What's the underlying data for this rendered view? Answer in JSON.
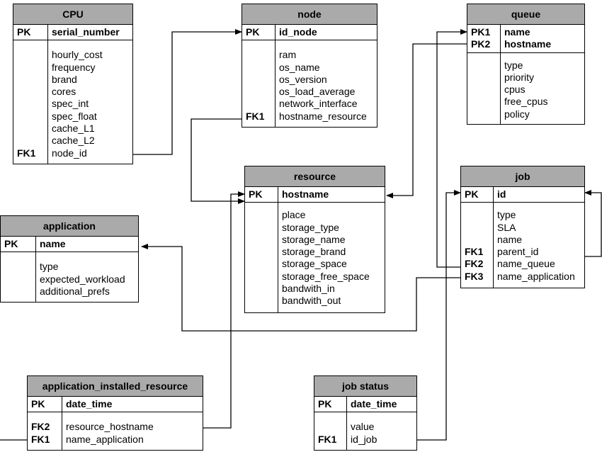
{
  "entities": {
    "cpu": {
      "title": "CPU",
      "pk": [
        {
          "key": "PK",
          "name": "serial_number"
        }
      ],
      "attrs": [
        {
          "key": "",
          "name": "hourly_cost"
        },
        {
          "key": "",
          "name": "frequency"
        },
        {
          "key": "",
          "name": "brand"
        },
        {
          "key": "",
          "name": "cores"
        },
        {
          "key": "",
          "name": "spec_int"
        },
        {
          "key": "",
          "name": "spec_float"
        },
        {
          "key": "",
          "name": "cache_L1"
        },
        {
          "key": "",
          "name": "cache_L2"
        },
        {
          "key": "FK1",
          "name": "node_id"
        }
      ]
    },
    "node": {
      "title": "node",
      "pk": [
        {
          "key": "PK",
          "name": "id_node"
        }
      ],
      "attrs": [
        {
          "key": "",
          "name": "ram"
        },
        {
          "key": "",
          "name": "os_name"
        },
        {
          "key": "",
          "name": "os_version"
        },
        {
          "key": "",
          "name": "os_load_average"
        },
        {
          "key": "",
          "name": "network_interface"
        },
        {
          "key": "FK1",
          "name": "hostname_resource"
        }
      ]
    },
    "queue": {
      "title": "queue",
      "pk": [
        {
          "key": "PK1",
          "name": "name"
        },
        {
          "key": "PK2",
          "name": "hostname"
        }
      ],
      "attrs": [
        {
          "key": "",
          "name": "type"
        },
        {
          "key": "",
          "name": "priority"
        },
        {
          "key": "",
          "name": "cpus"
        },
        {
          "key": "",
          "name": "free_cpus"
        },
        {
          "key": "",
          "name": "policy"
        }
      ]
    },
    "resource": {
      "title": "resource",
      "pk": [
        {
          "key": "PK",
          "name": "hostname"
        }
      ],
      "attrs": [
        {
          "key": "",
          "name": "place"
        },
        {
          "key": "",
          "name": "storage_type"
        },
        {
          "key": "",
          "name": "storage_name"
        },
        {
          "key": "",
          "name": "storage_brand"
        },
        {
          "key": "",
          "name": "storage_space"
        },
        {
          "key": "",
          "name": "storage_free_space"
        },
        {
          "key": "",
          "name": "bandwith_in"
        },
        {
          "key": "",
          "name": "bandwith_out"
        }
      ]
    },
    "job": {
      "title": "job",
      "pk": [
        {
          "key": "PK",
          "name": "id"
        }
      ],
      "attrs": [
        {
          "key": "",
          "name": "type"
        },
        {
          "key": "",
          "name": "SLA"
        },
        {
          "key": "",
          "name": "name"
        },
        {
          "key": "FK1",
          "name": "parent_id"
        },
        {
          "key": "FK2",
          "name": "name_queue"
        },
        {
          "key": "FK3",
          "name": "name_application"
        }
      ]
    },
    "application": {
      "title": "application",
      "pk": [
        {
          "key": "PK",
          "name": "name"
        }
      ],
      "attrs": [
        {
          "key": "",
          "name": "type"
        },
        {
          "key": "",
          "name": "expected_workload"
        },
        {
          "key": "",
          "name": "additional_prefs"
        }
      ]
    },
    "air": {
      "title": "application_installed_resource",
      "pk": [
        {
          "key": "PK",
          "name": "date_time"
        }
      ],
      "attrs": [
        {
          "key": "FK2",
          "name": "resource_hostname"
        },
        {
          "key": "FK1",
          "name": "name_application"
        }
      ]
    },
    "jobstatus": {
      "title": "job status",
      "pk": [
        {
          "key": "PK",
          "name": "date_time"
        }
      ],
      "attrs": [
        {
          "key": "",
          "name": "value"
        },
        {
          "key": "FK1",
          "name": "id_job"
        }
      ]
    }
  },
  "colors": {
    "header_fill": "#aaaaaa",
    "line": "#000000",
    "background": "#ffffff"
  }
}
